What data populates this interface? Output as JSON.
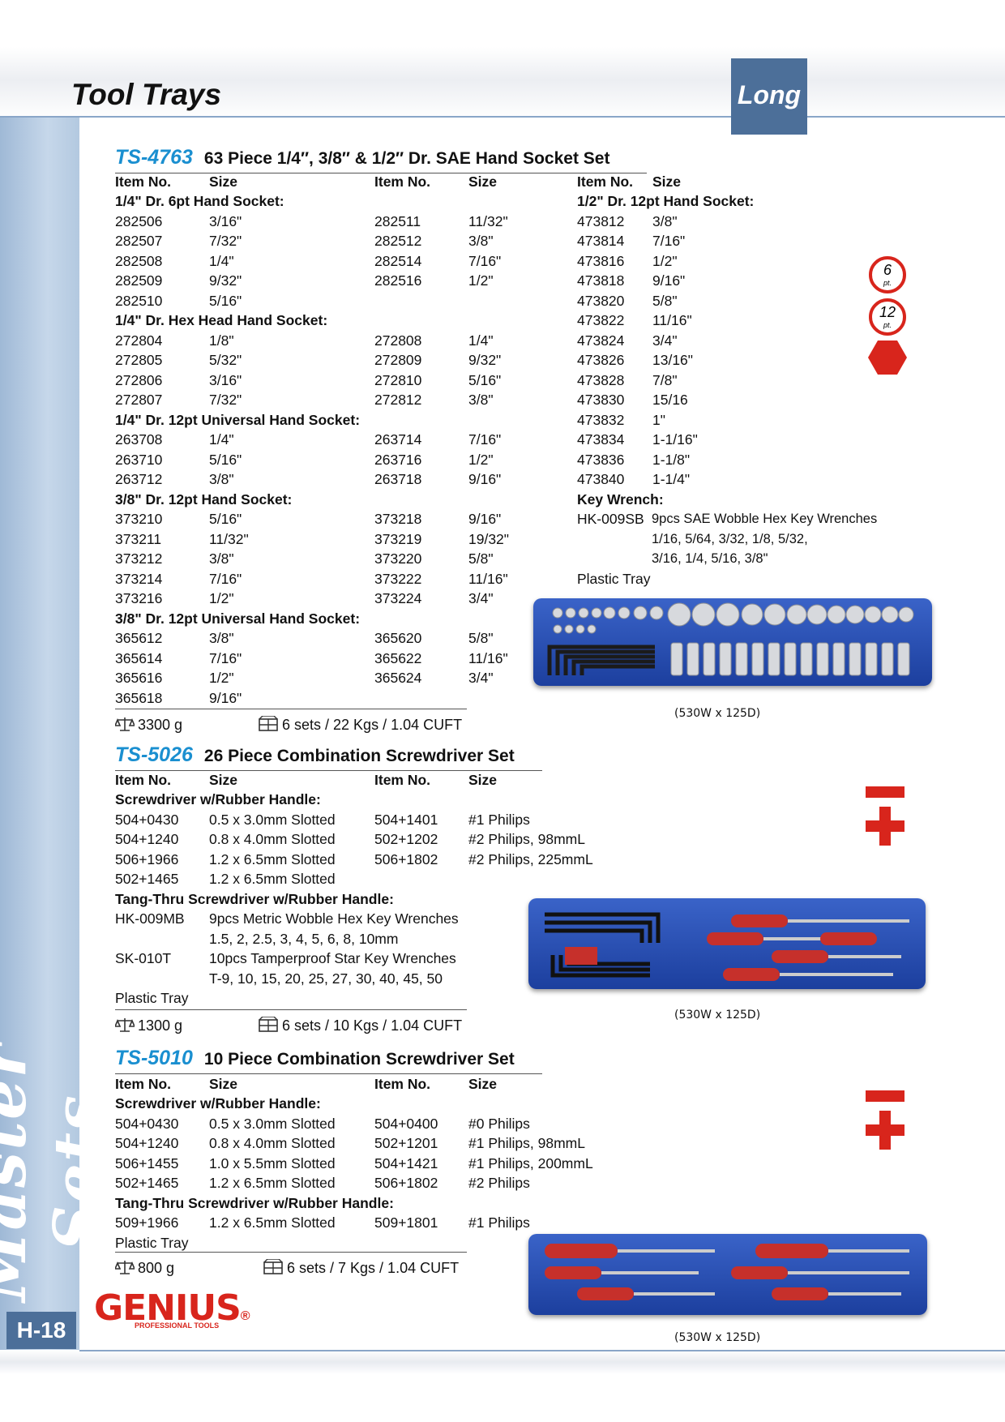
{
  "header": {
    "title": "Tool Trays",
    "tab": "Long"
  },
  "sidebar": {
    "label": "Master Sets",
    "page": "H-18"
  },
  "logo": {
    "brand": "GENIUS",
    "mark": "®",
    "tagline": "PROFESSIONAL TOOLS"
  },
  "col_headers": {
    "item": "Item No.",
    "size": "Size"
  },
  "sections": [
    {
      "code": "TS-4763",
      "title": "63 Piece 1/4″, 3/8″ & 1/2″ Dr. SAE Hand Socket Set",
      "weight": "3300 g",
      "pack": "6 sets / 22 Kgs / 1.04 CUFT",
      "dims": "(530W x 125D)",
      "rows": [
        [
          {
            "t": "g",
            "a": "1/4\" Dr. 6pt Hand Socket:"
          },
          null,
          {
            "t": "g",
            "a": "1/2\" Dr. 12pt Hand Socket:"
          }
        ],
        [
          {
            "a": "282506",
            "b": "3/16\""
          },
          {
            "a": "282511",
            "b": "11/32\""
          },
          {
            "a": "473812",
            "b": "3/8\""
          }
        ],
        [
          {
            "a": "282507",
            "b": "7/32\""
          },
          {
            "a": "282512",
            "b": "3/8\""
          },
          {
            "a": "473814",
            "b": "7/16\""
          }
        ],
        [
          {
            "a": "282508",
            "b": "1/4\""
          },
          {
            "a": "282514",
            "b": "7/16\""
          },
          {
            "a": "473816",
            "b": "1/2\""
          }
        ],
        [
          {
            "a": "282509",
            "b": "9/32\""
          },
          {
            "a": "282516",
            "b": "1/2\""
          },
          {
            "a": "473818",
            "b": "9/16\""
          }
        ],
        [
          {
            "a": "282510",
            "b": "5/16\""
          },
          null,
          {
            "a": "473820",
            "b": "5/8\""
          }
        ],
        [
          {
            "t": "g",
            "a": "1/4\" Dr. Hex Head Hand Socket:"
          },
          null,
          {
            "a": "473822",
            "b": "11/16\""
          }
        ],
        [
          {
            "a": "272804",
            "b": "1/8\""
          },
          {
            "a": "272808",
            "b": "1/4\""
          },
          {
            "a": "473824",
            "b": "3/4\""
          }
        ],
        [
          {
            "a": "272805",
            "b": "5/32\""
          },
          {
            "a": "272809",
            "b": "9/32\""
          },
          {
            "a": "473826",
            "b": "13/16\""
          }
        ],
        [
          {
            "a": "272806",
            "b": "3/16\""
          },
          {
            "a": "272810",
            "b": "5/16\""
          },
          {
            "a": "473828",
            "b": "7/8\""
          }
        ],
        [
          {
            "a": "272807",
            "b": "7/32\""
          },
          {
            "a": "272812",
            "b": "3/8\""
          },
          {
            "a": "473830",
            "b": "15/16"
          }
        ],
        [
          {
            "t": "g",
            "a": "1/4\" Dr. 12pt Universal Hand Socket:"
          },
          null,
          {
            "a": "473832",
            "b": "1\""
          }
        ],
        [
          {
            "a": "263708",
            "b": "1/4\""
          },
          {
            "a": "263714",
            "b": "7/16\""
          },
          {
            "a": "473834",
            "b": "1-1/16\""
          }
        ],
        [
          {
            "a": "263710",
            "b": "5/16\""
          },
          {
            "a": "263716",
            "b": "1/2\""
          },
          {
            "a": "473836",
            "b": "1-1/8\""
          }
        ],
        [
          {
            "a": "263712",
            "b": "3/8\""
          },
          {
            "a": "263718",
            "b": "9/16\""
          },
          {
            "a": "473840",
            "b": "1-1/4\""
          }
        ],
        [
          {
            "t": "g",
            "a": "3/8\" Dr. 12pt Hand Socket:"
          },
          null,
          {
            "t": "g",
            "a": "Key Wrench:"
          }
        ],
        [
          {
            "a": "373210",
            "b": "5/16\""
          },
          {
            "a": "373218",
            "b": "9/16\""
          },
          {
            "a": "HK-009SB",
            "b": "9pcs SAE Wobble Hex Key Wrenches",
            "w": true
          }
        ],
        [
          {
            "a": "373211",
            "b": "11/32\""
          },
          {
            "a": "373219",
            "b": "19/32\""
          },
          {
            "a": "",
            "b": "1/16, 5/64, 3/32, 1/8, 5/32,",
            "w": true
          }
        ],
        [
          {
            "a": "373212",
            "b": "3/8\""
          },
          {
            "a": "373220",
            "b": "5/8\""
          },
          {
            "a": "",
            "b": "3/16, 1/4, 5/16, 3/8\"",
            "w": true
          }
        ],
        [
          {
            "a": "373214",
            "b": "7/16\""
          },
          {
            "a": "373222",
            "b": "11/16\""
          },
          {
            "a": "Plastic Tray",
            "b": ""
          }
        ],
        [
          {
            "a": "373216",
            "b": "1/2\""
          },
          {
            "a": "373224",
            "b": "3/4\""
          },
          null
        ],
        [
          {
            "t": "g",
            "a": "3/8\" Dr. 12pt Universal Hand Socket:"
          },
          null,
          null
        ],
        [
          {
            "a": "365612",
            "b": "3/8\""
          },
          {
            "a": "365620",
            "b": "5/8\""
          },
          null
        ],
        [
          {
            "a": "365614",
            "b": "7/16\""
          },
          {
            "a": "365622",
            "b": "11/16\""
          },
          null
        ],
        [
          {
            "a": "365616",
            "b": "1/2\""
          },
          {
            "a": "365624",
            "b": "3/4\""
          },
          null
        ],
        [
          {
            "a": "365618",
            "b": "9/16\""
          },
          null,
          null
        ]
      ]
    },
    {
      "code": "TS-5026",
      "title": "26 Piece Combination Screwdriver Set",
      "weight": "1300 g",
      "pack": "6 sets / 10 Kgs / 1.04 CUFT",
      "dims": "(530W x 125D)",
      "rows": [
        [
          {
            "t": "g",
            "a": "Screwdriver w/Rubber Handle:"
          },
          null
        ],
        [
          {
            "a": "504+0430",
            "b": "0.5 x 3.0mm Slotted"
          },
          {
            "a": "504+1401",
            "b": "#1 Philips"
          }
        ],
        [
          {
            "a": "504+1240",
            "b": "0.8 x 4.0mm Slotted"
          },
          {
            "a": "502+1202",
            "b": "#2 Philips, 98mmL"
          }
        ],
        [
          {
            "a": "506+1966",
            "b": "1.2 x 6.5mm Slotted"
          },
          {
            "a": "506+1802",
            "b": "#2 Philips, 225mmL"
          }
        ],
        [
          {
            "a": "502+1465",
            "b": "1.2 x 6.5mm Slotted"
          },
          null
        ],
        [
          {
            "t": "g",
            "a": "Tang-Thru Screwdriver w/Rubber Handle:"
          },
          null
        ],
        [
          {
            "a": "HK-009MB",
            "b": "9pcs Metric Wobble Hex Key Wrenches"
          },
          null
        ],
        [
          {
            "a": "",
            "b": "1.5, 2, 2.5, 3, 4, 5, 6, 8, 10mm"
          },
          null
        ],
        [
          {
            "a": "SK-010T",
            "b": "10pcs Tamperproof Star Key Wrenches"
          },
          null
        ],
        [
          {
            "a": "",
            "b": "T-9, 10, 15, 20, 25, 27, 30, 40, 45, 50"
          },
          null
        ],
        [
          {
            "a": "Plastic Tray",
            "b": ""
          },
          null
        ]
      ]
    },
    {
      "code": "TS-5010",
      "title": "10 Piece Combination Screwdriver Set",
      "weight": "800 g",
      "pack": "6 sets / 7 Kgs / 1.04 CUFT",
      "dims": "(530W x 125D)",
      "rows": [
        [
          {
            "t": "g",
            "a": "Screwdriver w/Rubber Handle:"
          },
          null
        ],
        [
          {
            "a": "504+0430",
            "b": "0.5 x 3.0mm Slotted"
          },
          {
            "a": "504+0400",
            "b": "#0 Philips"
          }
        ],
        [
          {
            "a": "504+1240",
            "b": "0.8 x 4.0mm Slotted"
          },
          {
            "a": "502+1201",
            "b": "#1 Philips, 98mmL"
          }
        ],
        [
          {
            "a": "506+1455",
            "b": "1.0 x 5.5mm Slotted"
          },
          {
            "a": "504+1421",
            "b": "#1 Philips, 200mmL"
          }
        ],
        [
          {
            "a": "502+1465",
            "b": "1.2 x 6.5mm Slotted"
          },
          {
            "a": "506+1802",
            "b": "#2 Philips"
          }
        ],
        [
          {
            "t": "g",
            "a": "Tang-Thru Screwdriver w/Rubber Handle:"
          },
          null
        ],
        [
          {
            "a": "509+1966",
            "b": "1.2 x 6.5mm Slotted"
          },
          {
            "a": "509+1801",
            "b": "#1 Philips"
          }
        ],
        [
          {
            "a": "Plastic Tray",
            "b": ""
          },
          null
        ]
      ]
    }
  ],
  "icons": {
    "six_pt": "6",
    "twelve_pt": "12",
    "pt": "pt.",
    "accent": "#d8251c",
    "blue": "#1a8fd0"
  }
}
